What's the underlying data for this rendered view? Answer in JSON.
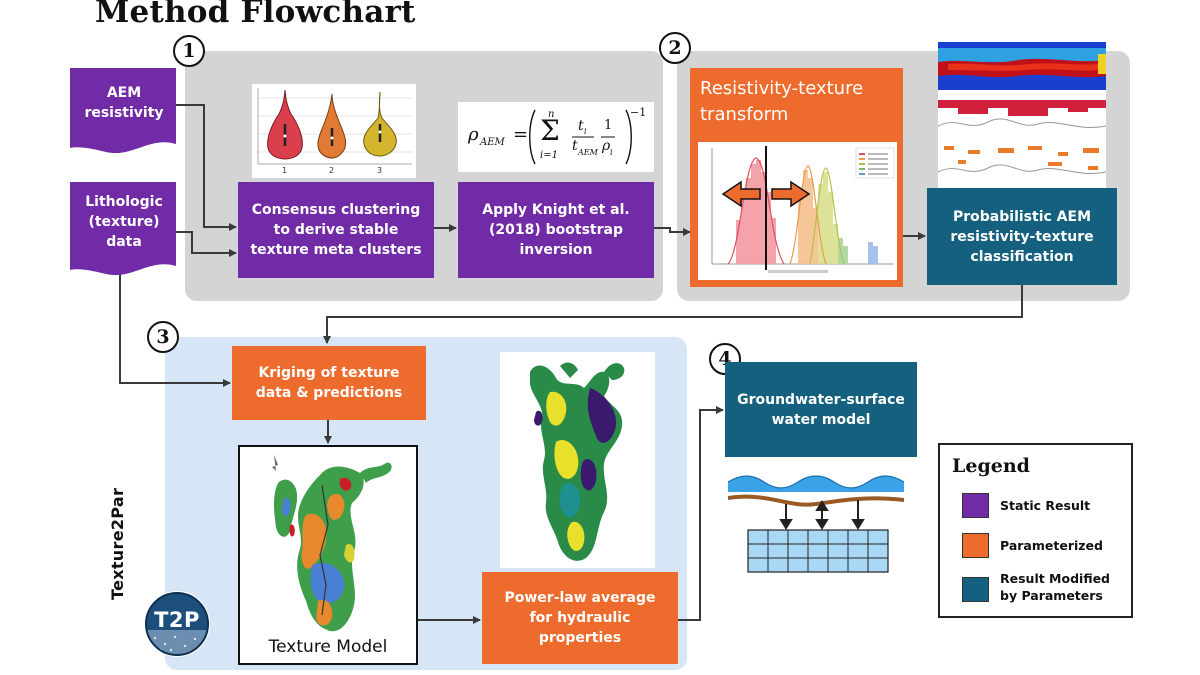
{
  "title": "Method Flowchart",
  "steps": {
    "s1": "1",
    "s2": "2",
    "s3": "3",
    "s4": "4"
  },
  "inputs": {
    "aem": "AEM resistivity",
    "litho": "Lithologic (texture) data"
  },
  "boxes": {
    "consensus": "Consensus clustering to derive stable texture meta clusters",
    "knight": "Apply Knight et al. (2018) bootstrap inversion",
    "transform": "Resistivity-texture transform",
    "probabilistic": "Probabilistic AEM resistivity-texture classification",
    "kriging": "Kriging of texture data & predictions",
    "powerlaw": "Power-law average for hydraulic properties",
    "gsw": "Groundwater-surface water model"
  },
  "texture_model_label": "Texture Model",
  "texture2par_label": "Texture2Par",
  "t2p_logo": "T2P",
  "violin_ticks": [
    "1",
    "2",
    "3"
  ],
  "equation": {
    "lhs": "ρ",
    "lhs_sub": "AEM",
    "sum_top": "n",
    "sum_bottom": "i=1",
    "num": "t",
    "num_sub": "i",
    "den": "t",
    "den_sub": "AEM",
    "num2": "1",
    "den2": "ρ",
    "den2_sub": "i",
    "exp": "−1"
  },
  "legend": {
    "title": "Legend",
    "items": [
      {
        "label": "Static Result",
        "color": "#722ba6"
      },
      {
        "label": "Parameterized",
        "color": "#ed6b2d"
      },
      {
        "label": "Result Modified by Parameters",
        "color": "#15607e"
      }
    ]
  },
  "colors": {
    "purple": "#722ba6",
    "orange": "#ed6b2d",
    "teal": "#15607e",
    "gray_panel": "#d4d4d4",
    "blue_panel": "#d6e6f6"
  }
}
